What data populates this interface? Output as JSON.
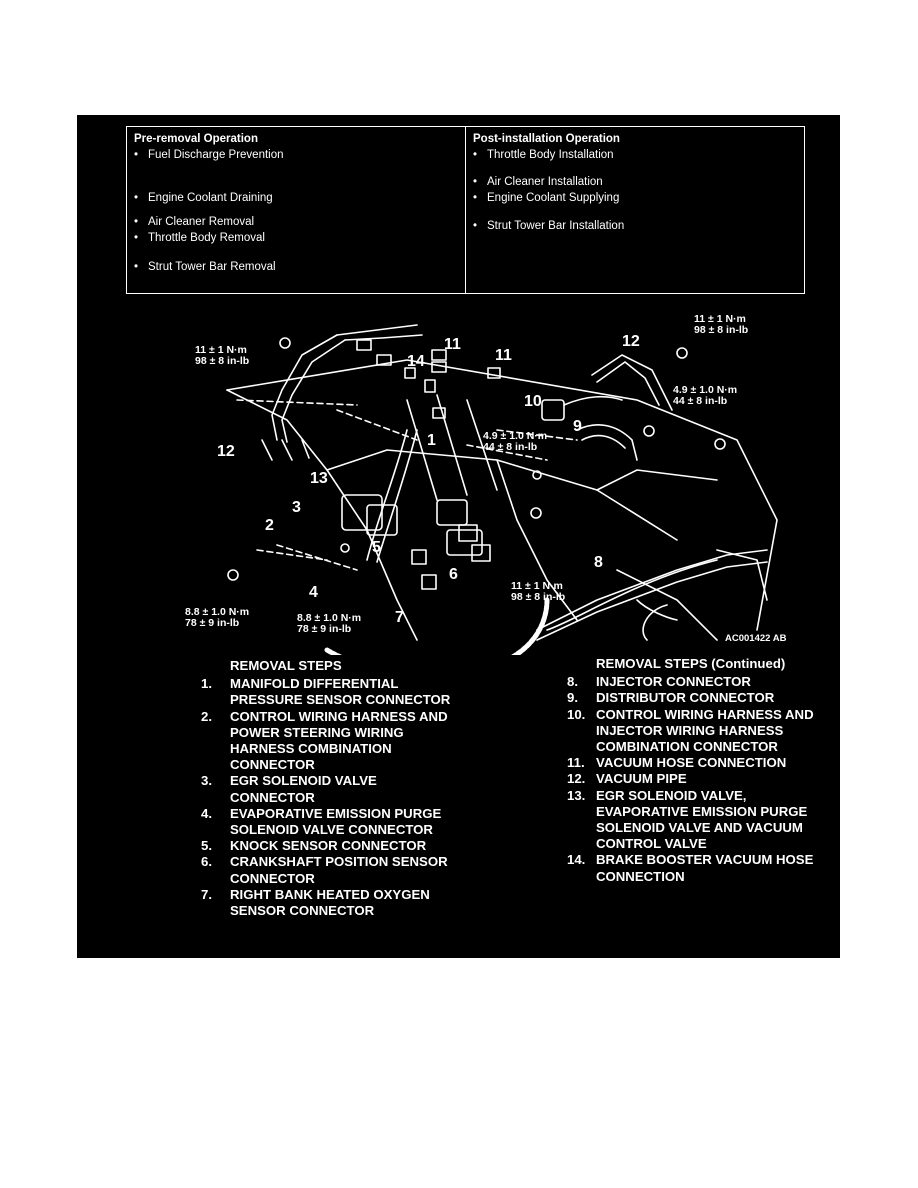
{
  "pre_removal": {
    "heading": "Pre-removal Operation",
    "items": [
      "Fuel Discharge Prevention",
      "Engine Coolant Draining",
      "Air Cleaner Removal",
      "Throttle Body Removal",
      "Strut Tower Bar Removal"
    ]
  },
  "post_installation": {
    "heading": "Post-installation Operation",
    "items": [
      "Throttle Body Installation",
      "Air Cleaner Installation",
      "Engine Coolant Supplying",
      "Strut Tower Bar Installation"
    ]
  },
  "figure": {
    "code": "AC001422 AB",
    "torques": {
      "t1": [
        "11 ± 1 N·m",
        "98 ± 8 in-lb"
      ],
      "t2": [
        "11 ± 1 N·m",
        "98 ± 8 in-lb"
      ],
      "t3": [
        "4.9 ± 1.0 N·m",
        "44 ± 8 in-lb"
      ],
      "t4": [
        "4.9 ± 1.0 N·m",
        "44 ± 8 in-lb"
      ],
      "t5": [
        "11 ± 1 N·m",
        "98 ± 8 in-lb"
      ],
      "t6": [
        "8.8 ± 1.0 N·m",
        "78 ± 9 in-lb"
      ],
      "t7": [
        "8.8 ± 1.0 N·m",
        "78 ± 9 in-lb"
      ]
    },
    "callouts": [
      "1",
      "2",
      "3",
      "4",
      "5",
      "6",
      "7",
      "8",
      "9",
      "10",
      "11",
      "11",
      "12",
      "12",
      "13",
      "14"
    ]
  },
  "steps_left": {
    "title": "REMOVAL STEPS",
    "items": [
      {
        "n": "1.",
        "lines": [
          "MANIFOLD DIFFERENTIAL",
          "PRESSURE SENSOR CONNECTOR"
        ]
      },
      {
        "n": "2.",
        "lines": [
          "CONTROL WIRING HARNESS AND",
          "POWER STEERING WIRING",
          "HARNESS COMBINATION",
          "CONNECTOR"
        ]
      },
      {
        "n": "3.",
        "lines": [
          "EGR SOLENOID VALVE",
          "CONNECTOR"
        ]
      },
      {
        "n": "4.",
        "lines": [
          "EVAPORATIVE EMISSION PURGE",
          "SOLENOID VALVE CONNECTOR"
        ]
      },
      {
        "n": "5.",
        "lines": [
          "KNOCK SENSOR CONNECTOR"
        ]
      },
      {
        "n": "6.",
        "lines": [
          "CRANKSHAFT POSITION SENSOR",
          "CONNECTOR"
        ]
      },
      {
        "n": "7.",
        "lines": [
          "RIGHT BANK HEATED OXYGEN",
          "SENSOR CONNECTOR"
        ]
      }
    ]
  },
  "steps_right": {
    "title": "REMOVAL STEPS (Continued)",
    "items": [
      {
        "n": "8.",
        "lines": [
          "INJECTOR CONNECTOR"
        ]
      },
      {
        "n": "9.",
        "lines": [
          "DISTRIBUTOR CONNECTOR"
        ]
      },
      {
        "n": "10.",
        "lines": [
          "CONTROL WIRING HARNESS AND",
          "INJECTOR WIRING HARNESS",
          "COMBINATION CONNECTOR"
        ]
      },
      {
        "n": "11.",
        "lines": [
          "VACUUM HOSE CONNECTION"
        ]
      },
      {
        "n": "12.",
        "lines": [
          "VACUUM PIPE"
        ]
      },
      {
        "n": "13.",
        "lines": [
          "EGR SOLENOID VALVE,",
          "EVAPORATIVE EMISSION PURGE",
          "SOLENOID VALVE AND VACUUM",
          "CONTROL VALVE"
        ]
      },
      {
        "n": "14.",
        "lines": [
          "BRAKE BOOSTER VACUUM HOSE",
          "CONNECTION"
        ]
      }
    ]
  }
}
